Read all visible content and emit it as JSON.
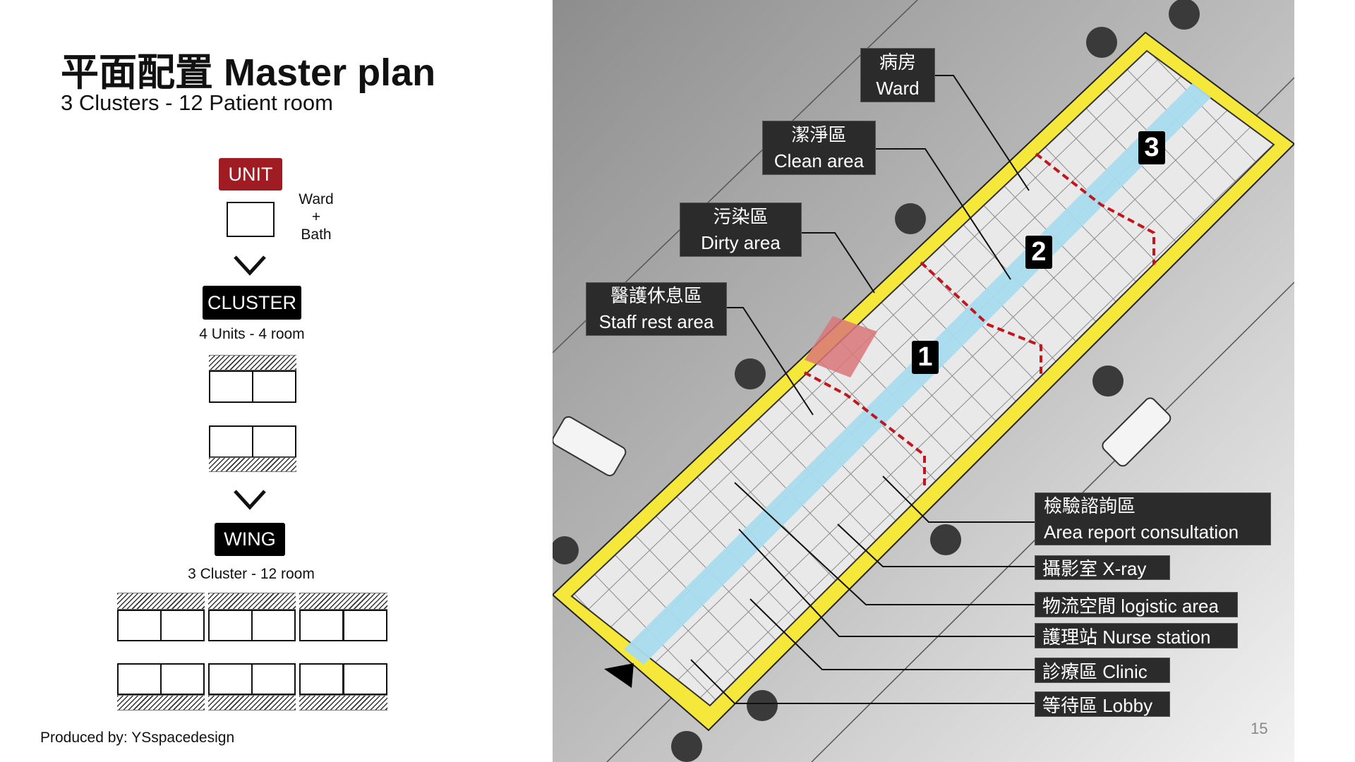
{
  "header": {
    "title": "平面配置  Master plan",
    "subtitle": "3 Clusters - 12 Patient room"
  },
  "hierarchy": {
    "unit": {
      "label": "UNIT",
      "desc_line1": "Ward",
      "desc_line2": "+",
      "desc_line3": "Bath",
      "color": "#9e1c22"
    },
    "cluster": {
      "label": "CLUSTER",
      "caption": "4 Units - 4 room"
    },
    "wing": {
      "label": "WING",
      "caption": "3 Cluster - 12 room"
    }
  },
  "footer": {
    "credit": "Produced by: YSspacedesign",
    "page_number": "15"
  },
  "plan": {
    "zone_numbers": [
      "1",
      "2",
      "3"
    ],
    "labels_top": [
      {
        "zh": "病房",
        "en": "Ward"
      },
      {
        "zh": "潔淨區",
        "en": "Clean area"
      },
      {
        "zh": "污染區",
        "en": "Dirty area"
      },
      {
        "zh": "醫護休息區",
        "en": "Staff rest area"
      }
    ],
    "labels_right": [
      {
        "zh": "檢驗諮詢區",
        "en": "Area report consultation"
      },
      {
        "text": "攝影室  X-ray"
      },
      {
        "text": "物流空間  logistic area"
      },
      {
        "text": "護理站  Nurse station"
      },
      {
        "text": "診療區  Clinic"
      },
      {
        "text": "等待區  Lobby"
      }
    ],
    "colors": {
      "perimeter": "#f5e83a",
      "corridor": "#a8dcef",
      "rest_area": "#d9777a",
      "divider": "#c0161c"
    }
  }
}
